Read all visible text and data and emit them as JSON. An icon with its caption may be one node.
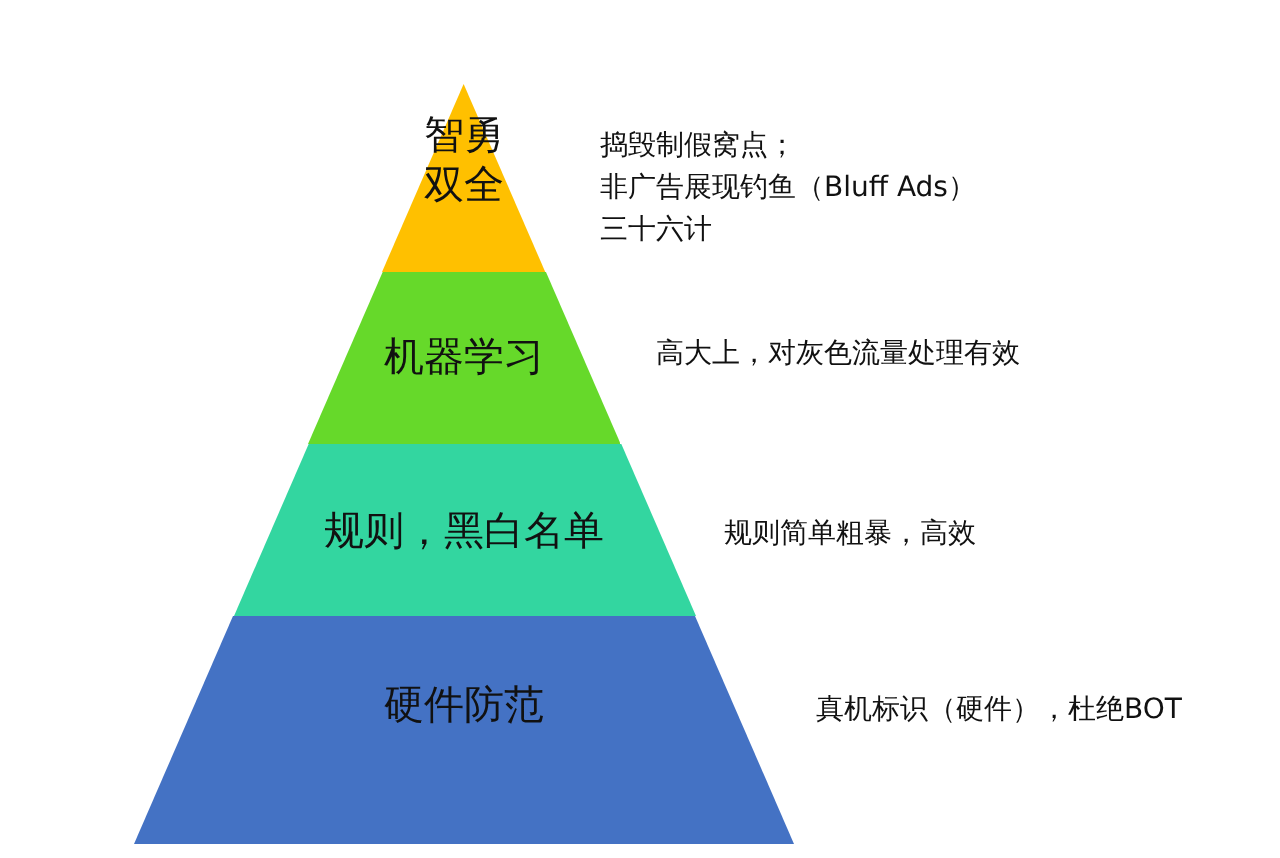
{
  "diagram": {
    "nodes": [
      {
        "text": [
          "智勇双全"
        ],
        "beside": [
          "捣毁制假窝点；",
          "非广告展现钓鱼（Bluff Ads）",
          "三十六计"
        ]
      },
      {
        "text": [
          "机器学习"
        ],
        "beside": [
          "高大上，对灰色流量处理有效"
        ]
      },
      {
        "text": [
          "规则，黑白名单"
        ],
        "beside": [
          "规则简单粗暴，高效"
        ]
      },
      {
        "text": [
          "硬件防范"
        ],
        "beside": [
          "真机标识（硬件），杜绝BOT"
        ]
      }
    ]
  }
}
